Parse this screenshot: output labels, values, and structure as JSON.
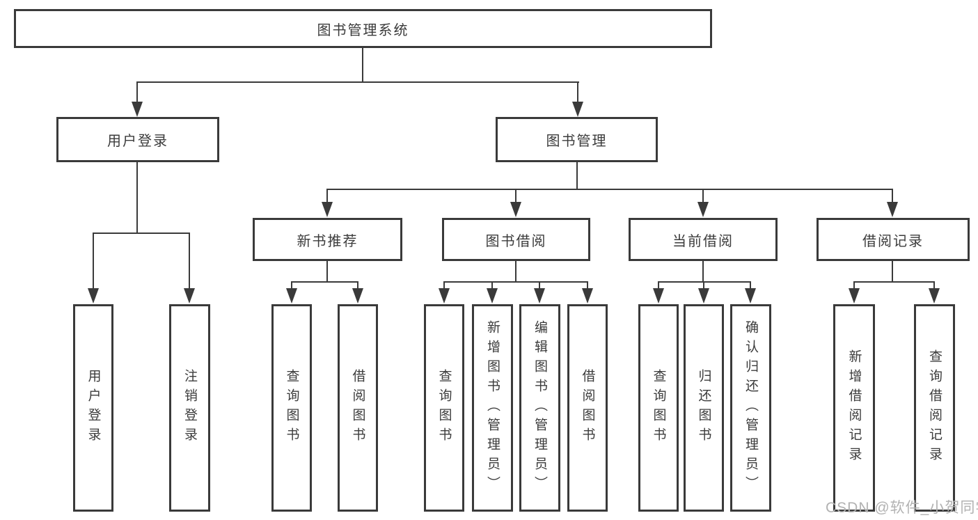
{
  "colors": {
    "line": "#3a3a3a",
    "text": "#3b3b3b",
    "watermark": "#b2b2b2",
    "background": "#ffffff"
  },
  "watermark": {
    "text": "CSDN @软件_小贺同学"
  },
  "tree": {
    "root": "图书管理系统",
    "children": [
      {
        "label": "用户登录",
        "children": [
          {
            "label": "用户登录"
          },
          {
            "label": "注销登录"
          }
        ]
      },
      {
        "label": "图书管理",
        "children": [
          {
            "label": "新书推荐",
            "children": [
              {
                "label": "查询图书"
              },
              {
                "label": "借阅图书"
              }
            ]
          },
          {
            "label": "图书借阅",
            "children": [
              {
                "label": "查询图书"
              },
              {
                "label": "新增图书（管理员）"
              },
              {
                "label": "编辑图书（管理员）"
              },
              {
                "label": "借阅图书"
              }
            ]
          },
          {
            "label": "当前借阅",
            "children": [
              {
                "label": "查询图书"
              },
              {
                "label": "归还图书"
              },
              {
                "label": "确认归还（管理员）"
              }
            ]
          },
          {
            "label": "借阅记录",
            "children": [
              {
                "label": "新增借阅记录"
              },
              {
                "label": "查询借阅记录"
              }
            ]
          }
        ]
      }
    ]
  }
}
